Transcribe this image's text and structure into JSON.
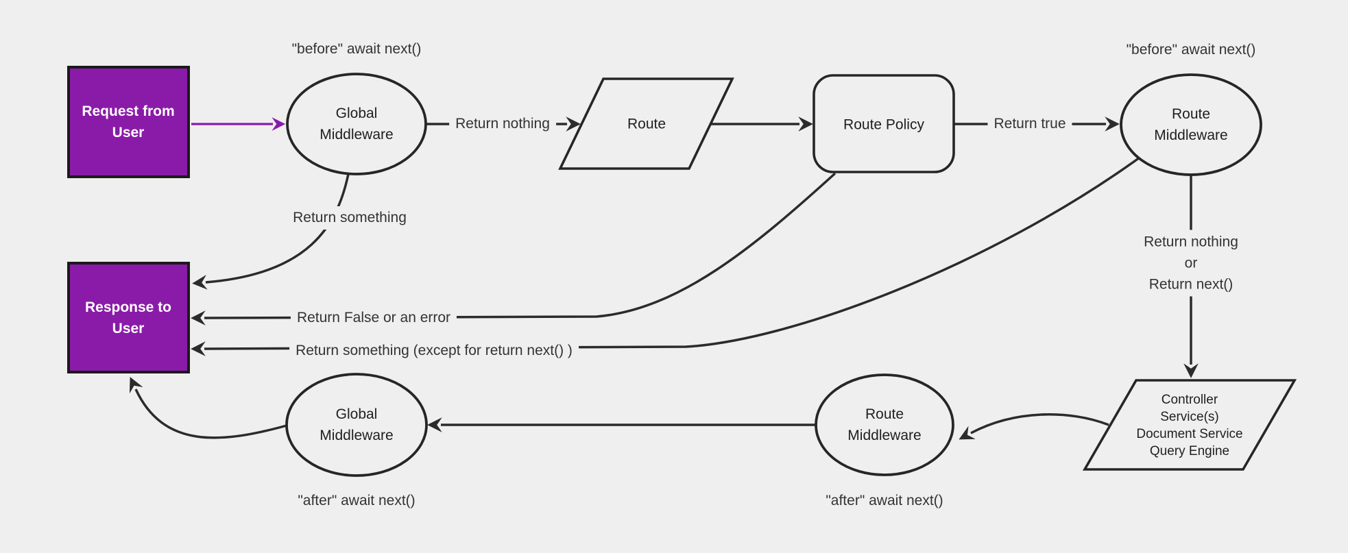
{
  "diagram": {
    "title": "Request lifecycle middleware flowchart",
    "colors": {
      "background": "#efefef",
      "shape_stroke": "#262626",
      "edge_stroke": "#2b2b2b",
      "accent_purple": "#8a1ba8",
      "node_text": "#1f1f1f",
      "edge_text": "#333333",
      "purple_node_text": "#ffffff"
    },
    "nodes": {
      "request": {
        "label": "Request from\nUser",
        "shape": "rect",
        "fill": "#8a1ba8"
      },
      "response": {
        "label": "Response to\nUser",
        "shape": "rect",
        "fill": "#8a1ba8"
      },
      "global_middleware_top": {
        "label": "Global\nMiddleware",
        "shape": "ellipse"
      },
      "route": {
        "label": "Route",
        "shape": "parallelogram"
      },
      "route_policy": {
        "label": "Route Policy",
        "shape": "rounded-rect"
      },
      "route_middleware_top": {
        "label": "Route\nMiddleware",
        "shape": "ellipse"
      },
      "global_middleware_bottom": {
        "label": "Global\nMiddleware",
        "shape": "ellipse"
      },
      "route_middleware_bottom": {
        "label": "Route\nMiddleware",
        "shape": "ellipse"
      },
      "controller": {
        "label": "Controller\nService(s)\nDocument Service\nQuery Engine",
        "shape": "parallelogram"
      }
    },
    "edge_labels": {
      "before_left": "\"before\" await next()",
      "before_right": "\"before\" await next()",
      "after_left": "\"after\" await next()",
      "after_right": "\"after\" await next()",
      "return_nothing": "Return nothing",
      "return_true": "Return true",
      "return_something": "Return something",
      "return_false": "Return False or an error",
      "return_something_except": "Return something (except for return next() )",
      "return_nothing_or_next": "Return nothing\nor\nReturn next()"
    }
  }
}
